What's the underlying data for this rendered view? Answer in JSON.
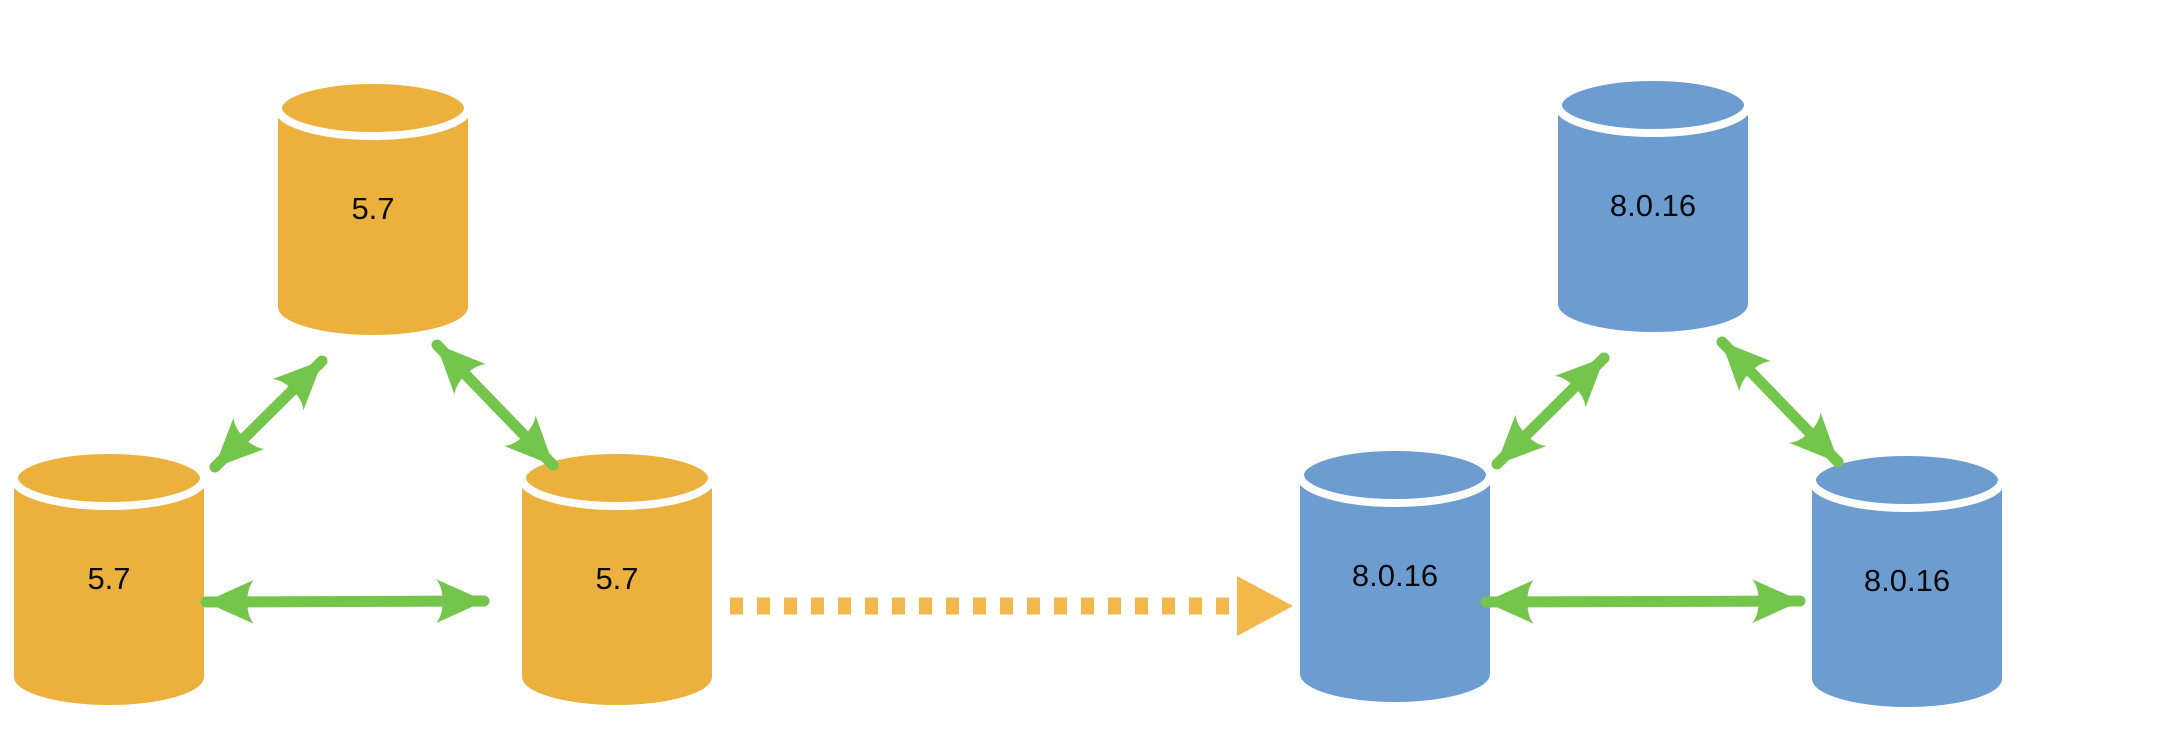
{
  "diagram": {
    "kind": "mysql-group-replication-migration",
    "source_cluster": {
      "version": "5.7",
      "node_labels": [
        "5.7",
        "5.7",
        "5.7"
      ]
    },
    "target_cluster": {
      "version": "8.0.16",
      "node_labels": [
        "8.0.16",
        "8.0.16",
        "8.0.16"
      ]
    },
    "icons": {
      "node_icon": "database-cylinder-icon",
      "replication_icon": "double-headed-arrow-icon",
      "migration_icon": "dashed-arrow-icon"
    },
    "colors": {
      "source_node": "#EBB13C",
      "target_node": "#6D9CD1",
      "replication_arrow": "#74C54B",
      "migration_arrow": "#F2B84B",
      "cylinder_gap": "#FFFFFF",
      "background": "#FFFFFF",
      "label_text": "#0A0A0A"
    }
  }
}
